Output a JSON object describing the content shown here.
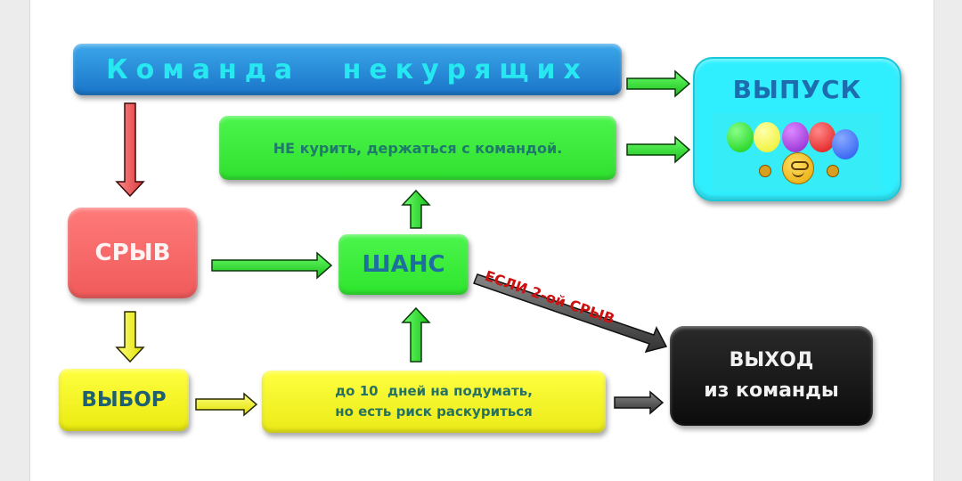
{
  "diagram": {
    "title_box": {
      "label": "Команда некурящих",
      "word1": "Команда",
      "word2": "некурящих",
      "color": "#1a74c8",
      "text_color": "#27e8f0"
    },
    "release_box": {
      "label": "ВЫПУСК",
      "color": "#2fefff",
      "text_color": "#1c6cae",
      "image": {
        "description": "balloons-and-smiley",
        "balloon_colors": [
          "#22cc22",
          "#ffff22",
          "#9922dd",
          "#ee1111",
          "#2266ee"
        ]
      }
    },
    "rule_box": {
      "label": "НЕ курить, держаться с командой.",
      "color": "#34e834"
    },
    "relapse_box": {
      "label": "СРЫВ",
      "color": "#f26060"
    },
    "chance_box": {
      "label": "ШАНС",
      "color": "#34e834"
    },
    "choice_box": {
      "label": "ВЫБОР",
      "color": "#f2f228"
    },
    "think_box": {
      "line1": "до 10  дней на подумать,",
      "line2": "но есть риск раскуриться",
      "color": "#f2f228"
    },
    "exit_box": {
      "line1": "ВЫХОД",
      "line2": "из команды",
      "color": "#111111"
    },
    "condition_label": {
      "label": "ЕСЛИ 2-ой СРЫВ",
      "color": "#cc1111"
    },
    "arrows": [
      {
        "from": "title_box",
        "to": "release_box",
        "color": "green"
      },
      {
        "from": "rule_box",
        "to": "release_box",
        "color": "green"
      },
      {
        "from": "title_box",
        "to": "relapse_box",
        "color": "red"
      },
      {
        "from": "relapse_box",
        "to": "chance_box",
        "color": "green"
      },
      {
        "from": "chance_box",
        "to": "rule_box",
        "color": "green"
      },
      {
        "from": "relapse_box",
        "to": "choice_box",
        "color": "yellow"
      },
      {
        "from": "choice_box",
        "to": "think_box",
        "color": "yellow"
      },
      {
        "from": "think_box",
        "to": "chance_box",
        "color": "green"
      },
      {
        "from": "think_box",
        "to": "exit_box",
        "color": "dark-gray"
      },
      {
        "from": "chance_box",
        "to": "exit_box",
        "color": "dark-gray",
        "label": "ЕСЛИ 2-ой СРЫВ"
      }
    ]
  }
}
